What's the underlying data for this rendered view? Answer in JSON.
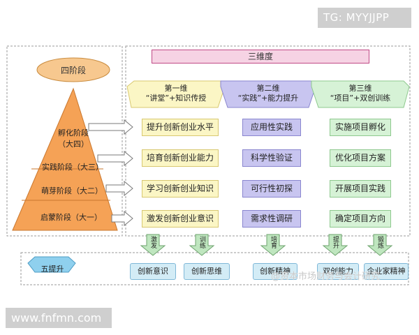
{
  "title": "三维度",
  "stages": {
    "label": "四阶段",
    "tiers": [
      {
        "line1": "孵化阶段",
        "line2": "（大四）"
      },
      {
        "line1": "实践阶段（大三）",
        "line2": ""
      },
      {
        "line1": "萌芽阶段（大二）",
        "line2": ""
      },
      {
        "line1": "启蒙阶段（大一）",
        "line2": ""
      }
    ]
  },
  "dimensions": [
    {
      "title": "第一维",
      "subtitle": "“讲堂”+知识传授",
      "color": "#fbf6c5",
      "items": [
        "提升创新创业水平",
        "培育创新创业能力",
        "学习创新创业知识",
        "激发创新创业意识"
      ]
    },
    {
      "title": "第二维",
      "subtitle": "“实践”+能力提升",
      "color": "#c8c5f0",
      "items": [
        "应用性实践",
        "科学性验证",
        "可行性初探",
        "需求性调研"
      ]
    },
    {
      "title": "第三维",
      "subtitle": "“项目”+双创训练",
      "color": "#d6f2d6",
      "items": [
        "实施项目孵化",
        "优化项目方案",
        "开展项目实践",
        "确定项目方向"
      ]
    }
  ],
  "improvements": {
    "label": "五提升",
    "arrows": [
      "激发",
      "训练",
      "培育",
      "提升",
      "锻炼"
    ],
    "outcomes": [
      "创新意识",
      "创新思维",
      "创新精神",
      "双创能力",
      "企业家精神"
    ]
  },
  "watermarks": {
    "top": "TG: MYYJJPP",
    "bottom": "www.fnfmn.com",
    "weibo": "@资本市场财务与会计研究"
  }
}
